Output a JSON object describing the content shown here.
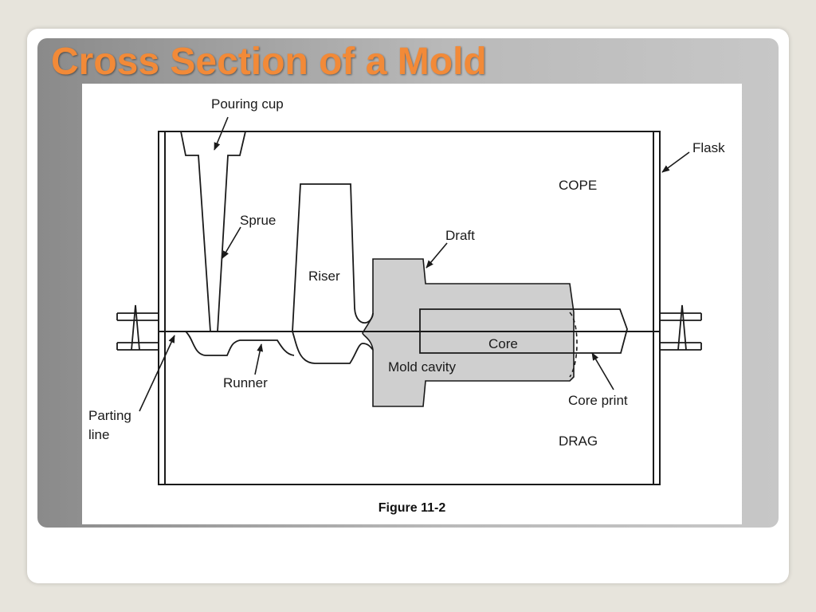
{
  "slide": {
    "title": "Cross Section of a Mold"
  },
  "figure": {
    "caption": "Figure 11-2",
    "labels": {
      "pouring_cup": "Pouring cup",
      "flask": "Flask",
      "cope": "COPE",
      "sprue": "Sprue",
      "draft": "Draft",
      "riser": "Riser",
      "core": "Core",
      "mold_cavity": "Mold cavity",
      "runner": "Runner",
      "parting": "Parting",
      "line": "line",
      "core_print": "Core print",
      "drag": "DRAG"
    }
  }
}
